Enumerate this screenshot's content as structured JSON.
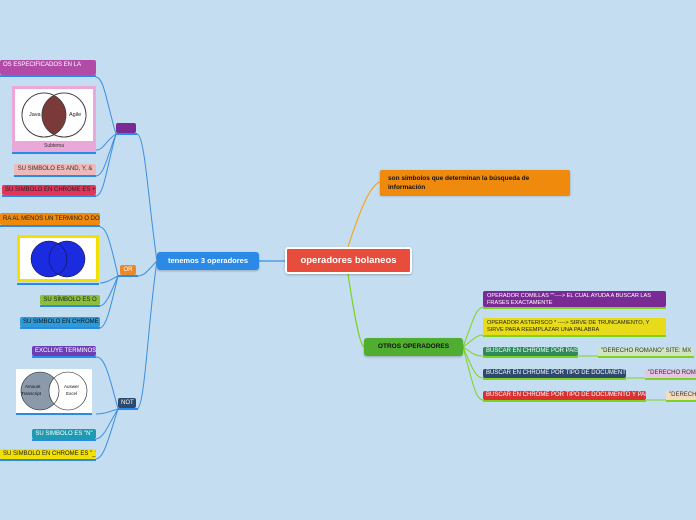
{
  "root": {
    "label": "operadores bolaneos"
  },
  "definition": {
    "label": "son símbolos que determinan la búsqueda de información"
  },
  "left_branch": {
    "label": "tenemos 3 operadores"
  },
  "and_group": {
    "badge": "",
    "top_text": "OS ESPECIFICADOS EN LA",
    "venn_left": "Java",
    "venn_right": "Agile",
    "venn_caption": "Subtema",
    "symbol": "SU SIMBOLO ES AND, Y, &",
    "chrome": "SU SIMBOLO EN CHROME ES +"
  },
  "or_group": {
    "badge": "OR",
    "top_text": "RA AL MENOS UN TERMINO O DOS",
    "symbol": "SU SÍMBOLO ES O",
    "chrome": "SU SIMBOLO EN CHROME"
  },
  "not_group": {
    "badge": "NOT",
    "top_text": "EXCLUYE TERMINOS",
    "venn_left_line1": "Amount",
    "venn_left_line2": "Transcript",
    "venn_right_line1": "Auswer",
    "venn_right_line2": "Excel",
    "symbol": "SU SIMBOLO ES \"N\"",
    "chrome": "SU SIMBOLO EN CHROME ES \"_\""
  },
  "others": {
    "label": "OTROS OPERADORES",
    "items": [
      {
        "label": "OPERADOR COMILLAS \"\"----> EL CUAL AYUDA A BUSCAR LAS FRASES EXACTAMENTE",
        "example": ""
      },
      {
        "label": "OPERADOR ASTERISCO * ----> SIRVE DE TRUNCAMIENTO, Y SIRVE PARA REEMPLAZAR UNA PALABRA",
        "example": ""
      },
      {
        "label": "BUSCAR EN CHROME POR PAIS",
        "example": "\"DERECHO ROMANO\" SITE: MX"
      },
      {
        "label": "BUSCAR EN CHROME POR TIPO DE DOCUMENTO",
        "example": "\"DERECHO ROMA"
      },
      {
        "label": "BUSCAR EN CHROME POR TIPO DE DOCUMENTO Y PAIS",
        "example": "\"DERECH"
      }
    ]
  },
  "colors": {
    "background": "#c5ddf0",
    "root": "#e74c3c",
    "definition": "#ef8a0c",
    "left_branch": "#2a8ae6",
    "others": "#4fae2f",
    "line_orange": "#f5a623",
    "line_green": "#7ed321",
    "line_blue": "#3b8fe0"
  }
}
